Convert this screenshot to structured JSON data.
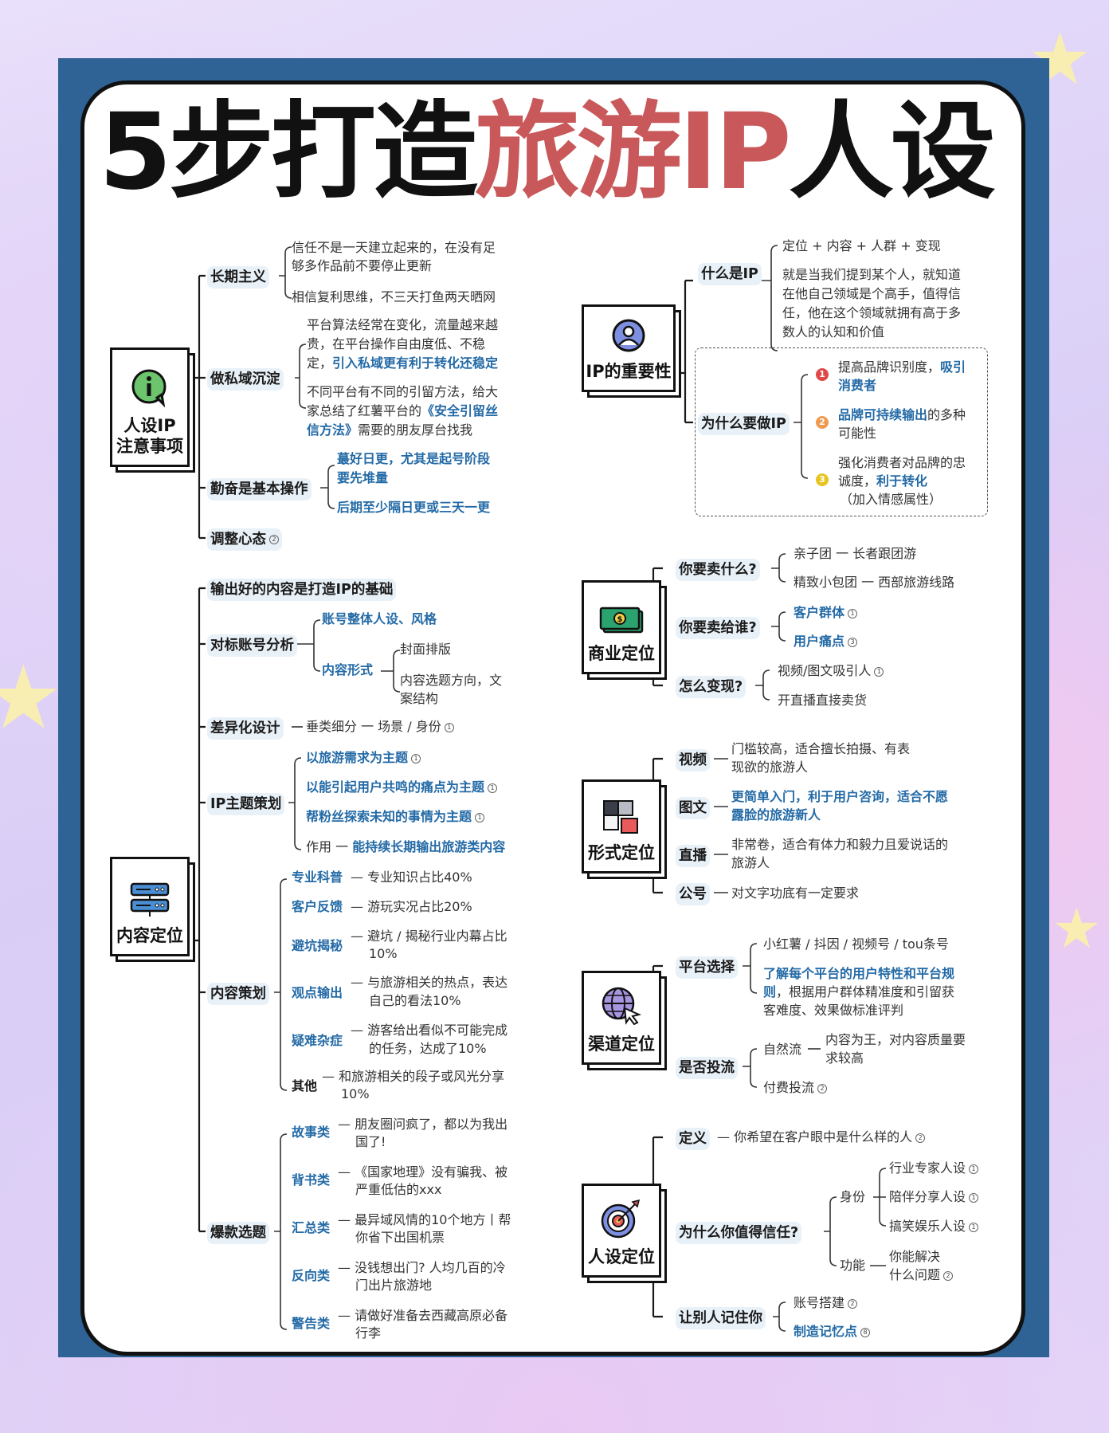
{
  "title": {
    "part1": "5步打造",
    "highlight": "旅游IP",
    "part2": "人设"
  },
  "colors": {
    "frame": "#2f6295",
    "highlight": "#c8585a",
    "accent_blue": "#236aa6",
    "node_bg": "#e9f1f8"
  },
  "sections": {
    "notes": {
      "root": {
        "icon": "info-chat-icon",
        "line1": "人设IP",
        "line2": "注意事项"
      },
      "long_term": {
        "label": "长期主义",
        "items": [
          "信任不是一天建立起来的，在没有足",
          "够多作品前不要停止更新",
          "相信复利思维，不三天打鱼两天晒网"
        ]
      },
      "private": {
        "label": "做私域沉淀",
        "p1_l1": "平台算法经常在变化，流量越来越",
        "p1_l2": "贵，在平台操作自由度低、不稳",
        "p1_l3a": "定，",
        "p1_l3b": "引入私域更有利于转化还稳定",
        "p2_l1": "不同平台有不同的引留方法，给大",
        "p2_l2a": "家总结了红薯平台的",
        "p2_l2b": "《安全引留丝",
        "p2_l3a": "信方法》",
        "p2_l3b": "需要的朋友厚台找我"
      },
      "diligent": {
        "label": "勤奋是基本操作",
        "i1_l1": "蕞好日更，尤其是起号阶段",
        "i1_l2": "要先堆量",
        "i2": "后期至少隔日更或三天一更"
      },
      "mindset": {
        "label": "调整心态",
        "note": "2"
      }
    },
    "content": {
      "root": {
        "icon": "server-icon",
        "label": "内容定位"
      },
      "base": {
        "label": "输出好的内容是打造IP的基础"
      },
      "benchmark": {
        "label": "对标账号分析",
        "style": "账号整体人设、风格",
        "form": "内容形式",
        "form_items": [
          "封面排版",
          "内容选题方向，文",
          "案结构"
        ]
      },
      "diff": {
        "label": "差异化设计",
        "text": "垂类细分 一 场景 / 身份",
        "note": "1"
      },
      "theme": {
        "label": "IP主题策划",
        "items": [
          {
            "text": "以旅游需求为主题",
            "note": "1"
          },
          {
            "text": "以能引起用户共鸣的痛点为主题",
            "note": "1"
          },
          {
            "text": "帮粉丝探索未知的事情为主题",
            "note": "1"
          }
        ],
        "effect_label": "作用 一 ",
        "effect_text": "能持续长期输出旅游类内容"
      },
      "planning": {
        "label": "内容策划",
        "items": [
          {
            "k": "专业科普",
            "v1": "专业知识占比40%",
            "v2": ""
          },
          {
            "k": "客户反馈",
            "v1": "游玩实况占比20%",
            "v2": ""
          },
          {
            "k": "避坑揭秘",
            "v1": "避坑 / 揭秘行业内幕占比",
            "v2": "10%"
          },
          {
            "k": "观点输出",
            "v1": "与旅游相关的热点，表达",
            "v2": "自己的看法10%"
          },
          {
            "k": "疑难杂症",
            "v1": "游客给出看似不可能完成",
            "v2": "的任务，达成了10%"
          },
          {
            "k": "其他",
            "v1": "和旅游相关的段子或风光分享",
            "v2": "10%"
          }
        ]
      },
      "viral": {
        "label": "爆款选题",
        "items": [
          {
            "k": "故事类",
            "v1": "朋友圈问疯了，都以为我出",
            "v2": "国了!"
          },
          {
            "k": "背书类",
            "v1": "《国家地理》没有骗我、被",
            "v2": "严重低估的xxx"
          },
          {
            "k": "汇总类",
            "v1": "最异域风情的10个地方丨帮",
            "v2": "你省下出国机票"
          },
          {
            "k": "反向类",
            "v1": "没钱想出门? 人均几百的冷",
            "v2": "门出片旅游地"
          },
          {
            "k": "警告类",
            "v1": "请做好准备去西藏高原必备",
            "v2": "行李"
          }
        ]
      }
    },
    "importance": {
      "root": {
        "icon": "user-avatar-icon",
        "label": "IP的重要性"
      },
      "what": {
        "label": "什么是IP",
        "formula": "定位 + 内容 + 人群 + 变现",
        "desc": [
          "就是当我们提到某个人，就知道",
          "在他自己领域是个高手，值得信",
          "任，他在这个领域就拥有高于多",
          "数人的认知和价值"
        ]
      },
      "why": {
        "label": "为什么要做IP",
        "r1_a": "提高品牌识别度，",
        "r1_b": "吸引",
        "r1_c": "消费者",
        "r2_a": "品牌可持续输出",
        "r2_b": "的多种",
        "r2_c": "可能性",
        "r3_a": "强化消费者对品牌的忠",
        "r3_b": "诚度，",
        "r3_c": "利于转化",
        "r3_d": "（加入情感属性）",
        "badges": [
          "1",
          "2",
          "3"
        ]
      }
    },
    "business": {
      "root": {
        "icon": "money-icon",
        "label": "商业定位"
      },
      "what": {
        "label": "你要卖什么?",
        "items": [
          "亲子团 一 长者跟团游",
          "精致小包团 一 西部旅游线路"
        ]
      },
      "who": {
        "label": "你要卖给谁?",
        "items": [
          {
            "text": "客户群体",
            "note": "1"
          },
          {
            "text": "用户痛点",
            "note": "3"
          }
        ]
      },
      "how": {
        "label": "怎么变现?",
        "items": [
          {
            "text": "视频/图文吸引人",
            "note": "1"
          },
          {
            "text": "开直播直接卖货",
            "note": ""
          }
        ]
      }
    },
    "form": {
      "root": {
        "icon": "puzzle-icon",
        "label": "形式定位"
      },
      "items": [
        {
          "k": "视频",
          "v1": "门槛较高，适合擅长拍摄、有表",
          "v2": "现欲的旅游人"
        },
        {
          "k": "图文",
          "v1": "更简单入门，利于用户咨询，适合不愿",
          "v2": "露脸的旅游新人"
        },
        {
          "k": "直播",
          "v1": "非常卷，适合有体力和毅力且爱说话的",
          "v2": "旅游人"
        },
        {
          "k": "公号",
          "v1": "对文字功底有一定要求",
          "v2": ""
        }
      ]
    },
    "channel": {
      "root": {
        "icon": "globe-cursor-icon",
        "label": "渠道定位"
      },
      "platform": {
        "label": "平台选择",
        "list": "小红薯 / 抖因 / 视频号 / tou条号",
        "d1a": "了解每个平台的用户特性和平台规",
        "d2a": "则",
        "d2b": "，根据用户群体精准度和引留获",
        "d3": "客难度、效果做标准评判"
      },
      "paid": {
        "label": "是否投流",
        "natural": "自然流",
        "natural_desc": [
          "内容为王，对内容质量要",
          "求较高"
        ],
        "pay": "付费投流",
        "pay_note": "2"
      }
    },
    "persona": {
      "root": {
        "icon": "target-icon",
        "label": "人设定位"
      },
      "def": {
        "label": "定义",
        "text": "你希望在客户眼中是什么样的人",
        "note": "2"
      },
      "trust": {
        "label": "为什么你值得信任?",
        "identity": "身份",
        "roles": [
          {
            "text": "行业专家人设",
            "note": "1"
          },
          {
            "text": "陪伴分享人设",
            "note": "1"
          },
          {
            "text": "搞笑娱乐人设",
            "note": "1"
          }
        ],
        "func": "功能",
        "func_text": [
          "你能解决",
          "什么问题"
        ],
        "func_note": "2"
      },
      "remember": {
        "label": "让别人记住你",
        "items": [
          {
            "text": "账号搭建",
            "note": "2"
          },
          {
            "text": "制造记忆点",
            "note": "8"
          }
        ]
      }
    }
  }
}
